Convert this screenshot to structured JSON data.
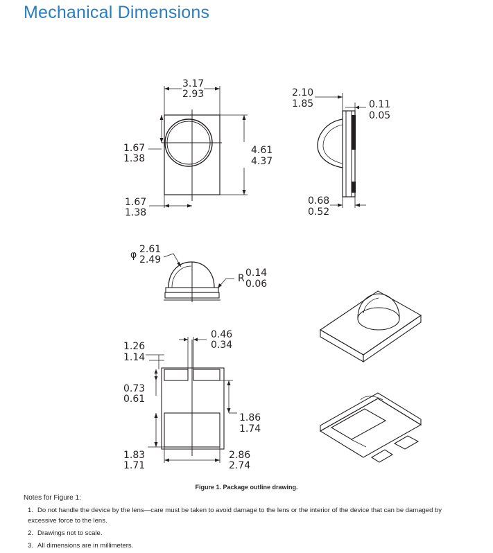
{
  "page_title": "Mechanical Dimensions",
  "dimensions": {
    "top_width": [
      "3.17",
      "2.93"
    ],
    "top_lens_offset": [
      "1.67",
      "1.38"
    ],
    "top_height": [
      "4.61",
      "4.37"
    ],
    "top_bottom_offset": [
      "1.67",
      "1.38"
    ],
    "side_height": [
      "2.10",
      "1.85"
    ],
    "side_top_thickness": [
      "0.11",
      "0.05"
    ],
    "side_base_thickness": [
      "0.68",
      "0.52"
    ],
    "lens_diameter_symbol": "φ",
    "lens_diameter": [
      "2.61",
      "2.49"
    ],
    "corner_radius_symbol": "R",
    "corner_radius": [
      "0.14",
      "0.06"
    ],
    "pad_gap": [
      "0.46",
      "0.34"
    ],
    "pad_top_offset": [
      "1.26",
      "1.14"
    ],
    "pad_small_height": [
      "0.73",
      "0.61"
    ],
    "pad_right_height": [
      "1.86",
      "1.74"
    ],
    "pad_bottom_height": [
      "1.83",
      "1.71"
    ],
    "pad_bottom_width": [
      "2.86",
      "2.74"
    ]
  },
  "caption": "Figure 1. Package outline drawing.",
  "notes_heading": "Notes for Figure 1:",
  "notes": [
    {
      "num": "1.",
      "text": "Do not handle the device by the lens—care must be taken to avoid damage to the lens or the interior of the device that can be damaged by excessive force to the lens."
    },
    {
      "num": "2.",
      "text": "Drawings not to scale."
    },
    {
      "num": "3.",
      "text": "All dimensions are in millimeters."
    }
  ]
}
